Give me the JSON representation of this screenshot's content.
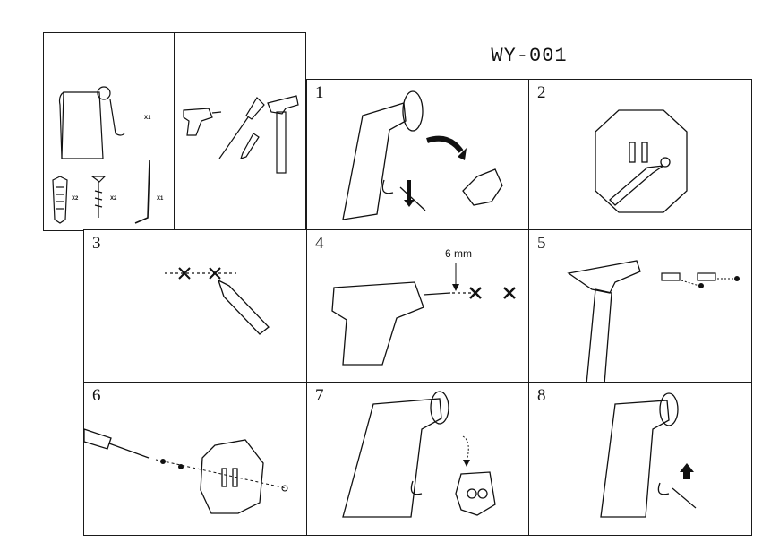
{
  "model": "WY-001",
  "parts": [
    {
      "name": "toilet-roll-holder",
      "qty": "X1"
    },
    {
      "name": "wall-anchor",
      "qty": "X2"
    },
    {
      "name": "screw",
      "qty": "X2"
    },
    {
      "name": "hex-key",
      "qty": "X1"
    }
  ],
  "tools": [
    "drill-icon",
    "screwdriver-icon",
    "pencil-icon",
    "hammer-icon"
  ],
  "steps": [
    {
      "number": "1"
    },
    {
      "number": "2"
    },
    {
      "number": "3"
    },
    {
      "number": "4",
      "drill_size": "6 mm"
    },
    {
      "number": "5"
    },
    {
      "number": "6"
    },
    {
      "number": "7"
    },
    {
      "number": "8"
    }
  ]
}
